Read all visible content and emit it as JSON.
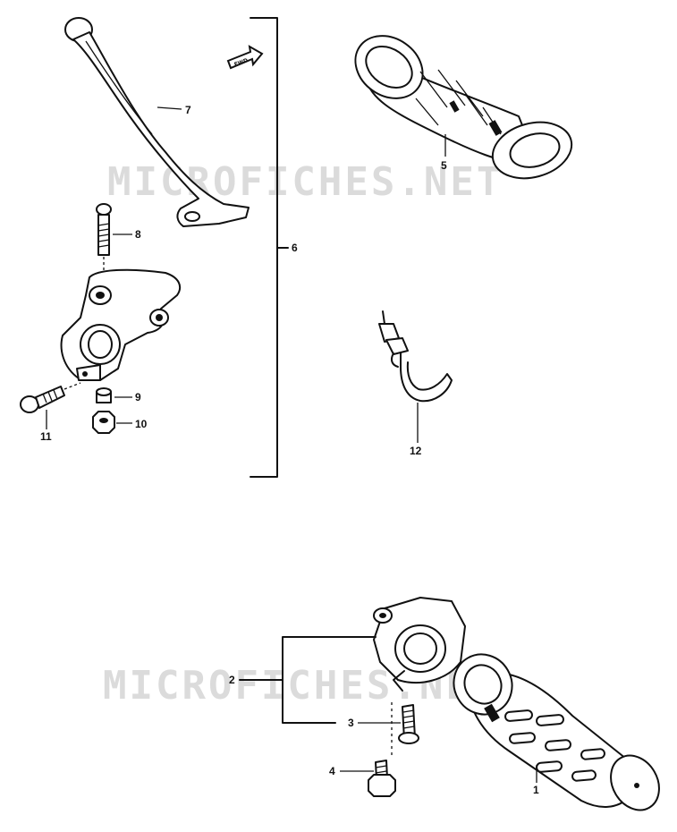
{
  "watermarks": [
    "MICROFICHES.NET",
    "MICROFICHES.NET"
  ],
  "fwd_marker": "FWD",
  "parts": {
    "p1": "1",
    "p2": "2",
    "p3": "3",
    "p4": "4",
    "p5": "5",
    "p6": "6",
    "p7": "7",
    "p8": "8",
    "p9": "9",
    "p10": "10",
    "p11": "11",
    "p12": "12"
  }
}
